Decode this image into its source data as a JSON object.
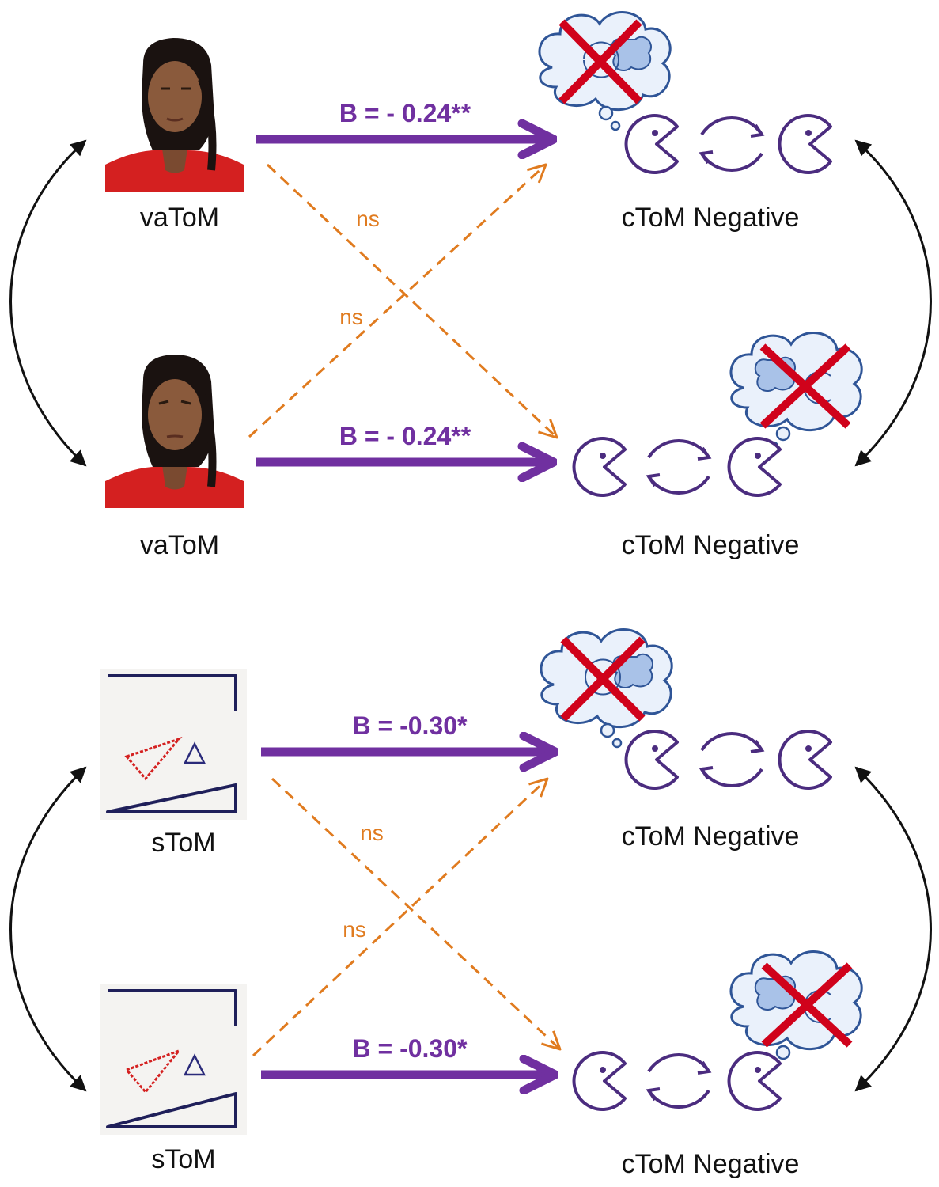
{
  "colors": {
    "path": "#7030A0",
    "ns_path": "#E07B1F",
    "covariance": "#111111",
    "cross": "#D0021B",
    "thought_fill": "#EAF1FB",
    "thought_stroke": "#2F5597",
    "pacman_stroke": "#4B2C7F",
    "shirt": "#D42020",
    "skin": "#8A5A3C",
    "hair": "#1A1210"
  },
  "icons": {
    "face": "person-face-photo-icon",
    "shape": "triangle-animation-icon",
    "pacman": "pacman-agent-icon",
    "thought": "thought-bubble-icon",
    "cross": "red-cross-icon",
    "cycle": "cycle-arrows-icon"
  },
  "panels": [
    {
      "predictor_top": "vaToM",
      "predictor_bottom": "vaToM",
      "outcome_top": "cToM Negative",
      "outcome_bottom": "cToM Negative",
      "path_top": "B = - 0.24**",
      "path_bottom": "B = - 0.24**",
      "cross_top": "ns",
      "cross_bottom": "ns"
    },
    {
      "predictor_top": "sToM",
      "predictor_bottom": "sToM",
      "outcome_top": "cToM Negative",
      "outcome_bottom": "cToM Negative",
      "path_top": "B = -0.30*",
      "path_bottom": "B = -0.30*",
      "cross_top": "ns",
      "cross_bottom": "ns"
    }
  ]
}
